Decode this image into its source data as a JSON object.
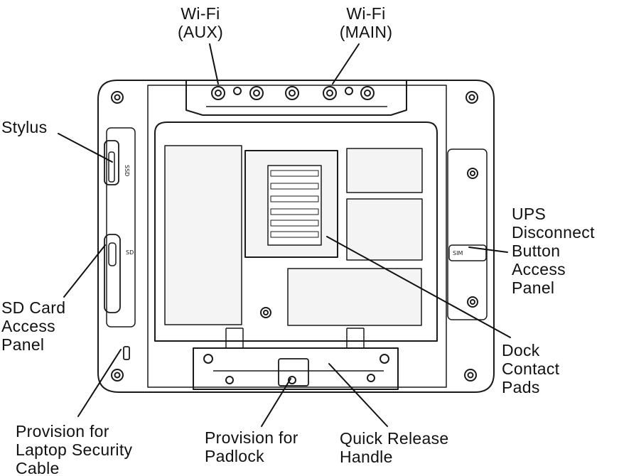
{
  "labels": {
    "wifi_aux": "Wi-Fi\n(AUX)",
    "wifi_main": "Wi-Fi\n(MAIN)",
    "stylus": "Stylus",
    "ups": "UPS\nDisconnect\nButton\nAccess\nPanel",
    "sd_card": "SD Card\nAccess\nPanel",
    "dock": "Dock\nContact\nPads",
    "laptop_cable": "Provision for\nLaptop Security\nCable",
    "padlock": "Provision for\nPadlock",
    "quick_release": "Quick Release\nHandle"
  },
  "device_markings": {
    "ssd": "SSD",
    "sd": "SD",
    "sim": "SIM"
  },
  "colors": {
    "outline": "#1a1a1a",
    "body": "#ffffff",
    "panel_fill": "#f4f4f4",
    "leader": "#111111"
  }
}
